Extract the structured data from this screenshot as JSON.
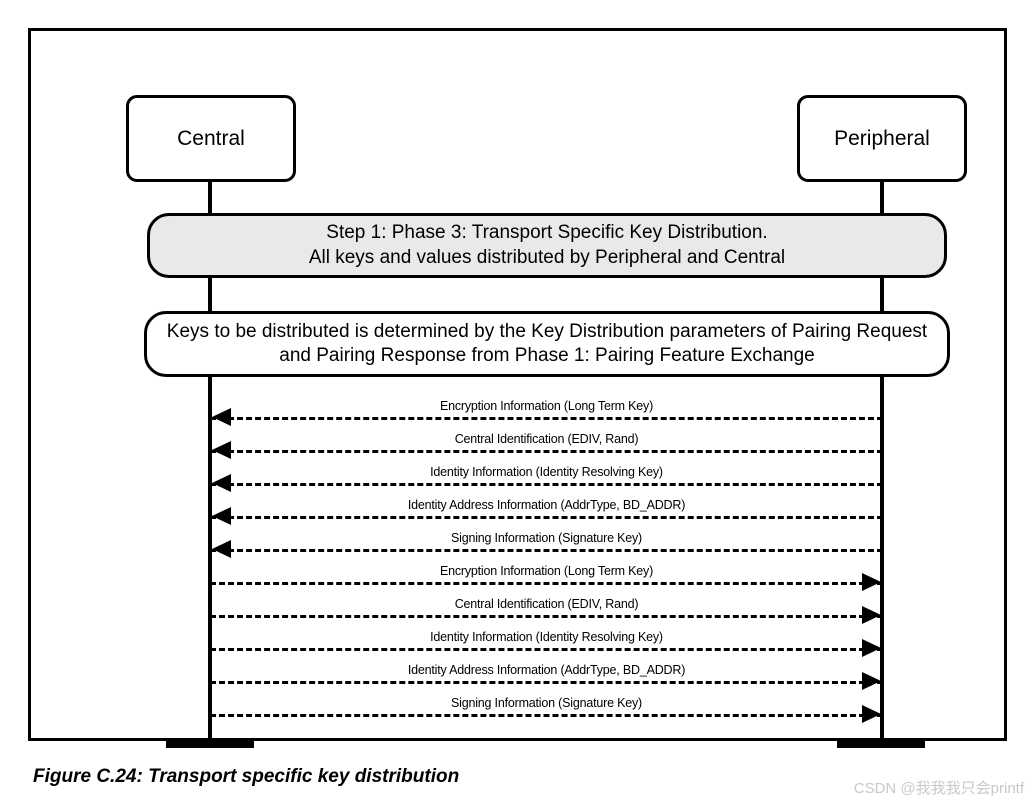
{
  "figure": {
    "caption": "Figure C.24:  Transport specific key distribution",
    "watermark": "CSDN @我我我只会printf",
    "frame_color": "#000000",
    "note_fill_gray": "#e9e9e9",
    "note_fill_white": "#ffffff"
  },
  "actors": [
    {
      "id": "central",
      "label": "Central"
    },
    {
      "id": "peripheral",
      "label": "Peripheral"
    }
  ],
  "notes": [
    {
      "id": "step-note",
      "style": "gray",
      "lines": [
        "Step 1: Phase 3: Transport Specific Key Distribution.",
        "All keys and values distributed by Peripheral and Central"
      ]
    },
    {
      "id": "keys-note",
      "style": "white",
      "lines": [
        "Keys to be distributed is determined by the Key Distribution parameters of Pairing Request",
        "and Pairing Response from Phase 1: Pairing Feature Exchange"
      ]
    }
  ],
  "messages": [
    {
      "index": 1,
      "label": "Encryption Information (Long Term Key)",
      "direction": "left",
      "from": "peripheral",
      "to": "central"
    },
    {
      "index": 2,
      "label": "Central Identification (EDIV, Rand)",
      "direction": "left",
      "from": "peripheral",
      "to": "central"
    },
    {
      "index": 3,
      "label": "Identity Information (Identity Resolving Key)",
      "direction": "left",
      "from": "peripheral",
      "to": "central"
    },
    {
      "index": 4,
      "label": "Identity Address Information (AddrType, BD_ADDR)",
      "direction": "left",
      "from": "peripheral",
      "to": "central"
    },
    {
      "index": 5,
      "label": "Signing Information (Signature Key)",
      "direction": "left",
      "from": "peripheral",
      "to": "central"
    },
    {
      "index": 6,
      "label": "Encryption Information (Long Term Key)",
      "direction": "right",
      "from": "central",
      "to": "peripheral"
    },
    {
      "index": 7,
      "label": "Central Identification (EDIV, Rand)",
      "direction": "right",
      "from": "central",
      "to": "peripheral"
    },
    {
      "index": 8,
      "label": "Identity Information (Identity Resolving Key)",
      "direction": "right",
      "from": "central",
      "to": "peripheral"
    },
    {
      "index": 9,
      "label": "Identity Address Information (AddrType, BD_ADDR)",
      "direction": "right",
      "from": "central",
      "to": "peripheral"
    },
    {
      "index": 10,
      "label": "Signing Information (Signature Key)",
      "direction": "right",
      "from": "central",
      "to": "peripheral"
    }
  ]
}
